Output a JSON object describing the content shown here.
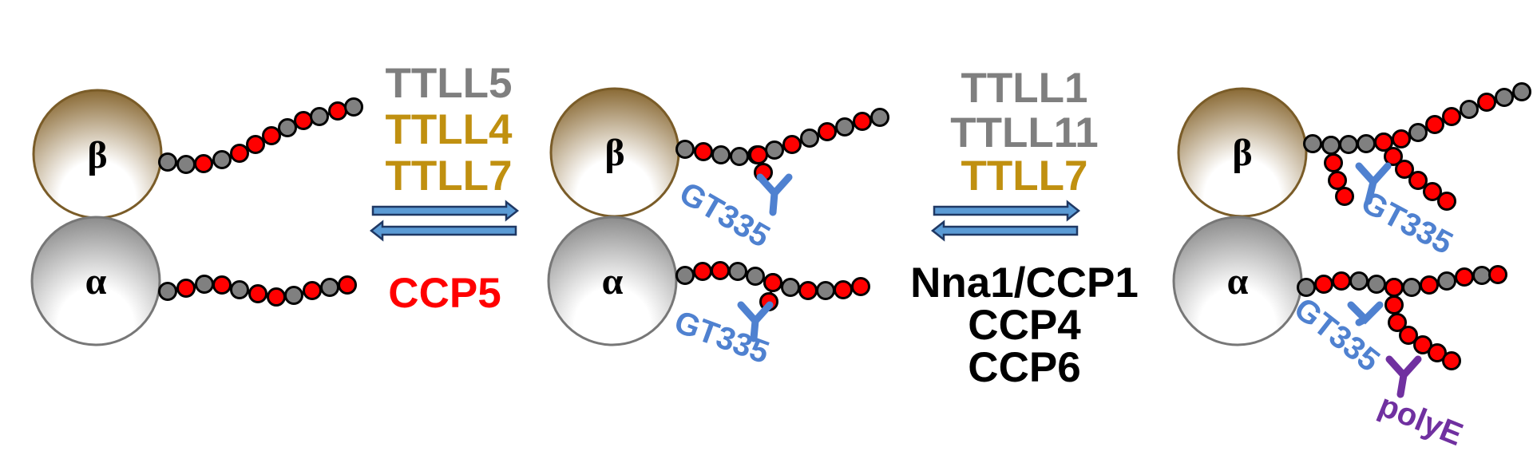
{
  "colors": {
    "beta_dark": "#8a6a35",
    "beta_light": "#ffffff",
    "alpha_dark": "#8c8c8c",
    "alpha_light": "#ffffff",
    "glu": "#ff0000",
    "gly_gray": "#808080",
    "tail_outline": "#000000",
    "antibody_gt335": "#4f81d0",
    "antibody_polye": "#7030a0",
    "gray_text": "#7f7f7f",
    "gold_text": "#c09010",
    "red_text": "#ff0000",
    "black_text": "#000000",
    "arrow_fill": "#5b9bd5",
    "arrow_stroke": "#1f3864"
  },
  "subunits": {
    "beta": "β",
    "alpha": "α"
  },
  "step1": {
    "forward": [
      {
        "label": "TTLL5",
        "color": "gray"
      },
      {
        "label": "TTLL4",
        "color": "gold"
      },
      {
        "label": "TTLL7",
        "color": "gold"
      }
    ],
    "reverse": [
      {
        "label": "CCP5",
        "color": "red"
      }
    ]
  },
  "step2": {
    "forward": [
      {
        "label": "TTLL1",
        "color": "gray"
      },
      {
        "label": "TTLL11",
        "color": "gray"
      },
      {
        "label": "TTLL7",
        "color": "gold"
      }
    ],
    "reverse": [
      {
        "label": "Nna1/CCP1",
        "color": "black"
      },
      {
        "label": "CCP4",
        "color": "black"
      },
      {
        "label": "CCP6",
        "color": "black"
      }
    ]
  },
  "antibodies": {
    "gt335": "GT335",
    "polye": "polyE"
  }
}
